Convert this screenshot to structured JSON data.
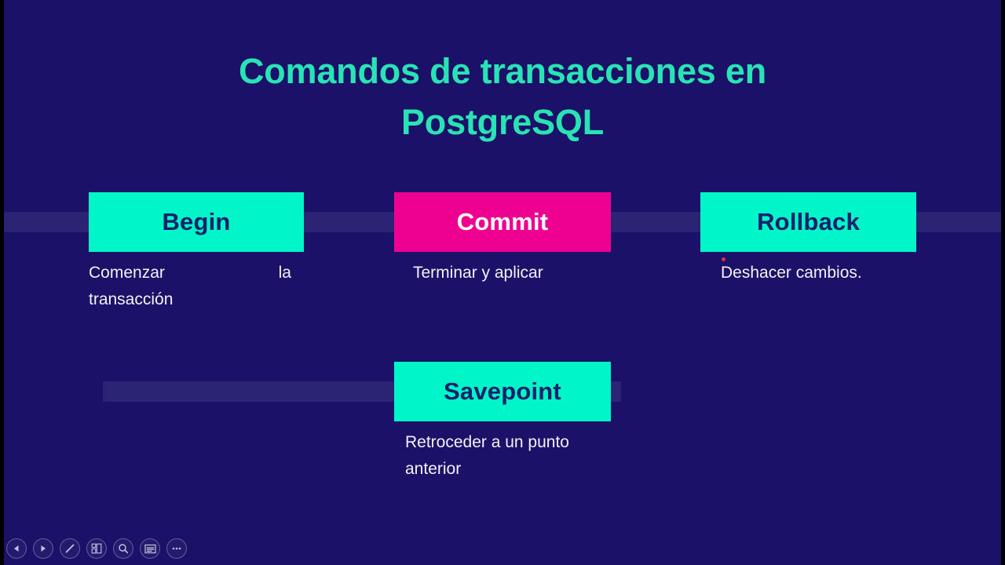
{
  "slide": {
    "title": "Comandos de transacciones en PostgreSQL",
    "background_color": "#1b1168",
    "accent_teal": "#00f5c8",
    "accent_magenta": "#ee0091",
    "title_color": "#2ae3b4",
    "connector_color": "#2b2374"
  },
  "cards": [
    {
      "name": "begin",
      "label": "Begin",
      "desc_line_1": "Comenzar la",
      "desc_line_2": "transacción",
      "chip_color": "#00f5c8",
      "chip_text_color": "#13216b"
    },
    {
      "name": "commit",
      "label": "Commit",
      "desc_line_1": "Terminar y aplicar",
      "desc_line_2": "",
      "chip_color": "#ee0091",
      "chip_text_color": "#ffffff"
    },
    {
      "name": "rollback",
      "label": "Rollback",
      "desc_line_1": "Deshacer cambios.",
      "desc_line_2": "",
      "chip_color": "#00f5c8",
      "chip_text_color": "#13216b"
    },
    {
      "name": "savepoint",
      "label": "Savepoint",
      "desc_line_1": "Retroceder a un punto",
      "desc_line_2": "anterior",
      "chip_color": "#00f5c8",
      "chip_text_color": "#13216b"
    }
  ],
  "toolbar": {
    "items": [
      {
        "name": "previous-slide-icon",
        "label": "Anterior"
      },
      {
        "name": "next-slide-icon",
        "label": "Siguiente"
      },
      {
        "name": "pen-icon",
        "label": "Lápiz"
      },
      {
        "name": "slide-grid-icon",
        "label": "Ver todas las diapositivas"
      },
      {
        "name": "zoom-magnifier-icon",
        "label": "Ampliar"
      },
      {
        "name": "subtitles-icon",
        "label": "Subtítulos"
      },
      {
        "name": "more-options-icon",
        "label": "Más opciones"
      }
    ]
  }
}
